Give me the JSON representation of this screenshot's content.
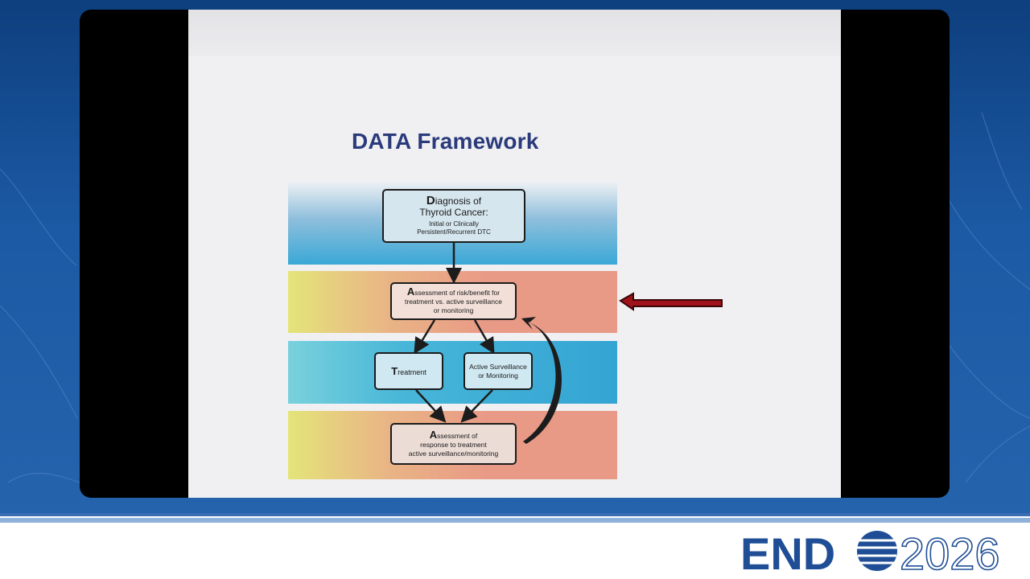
{
  "slide": {
    "title": "DATA Framework"
  },
  "diagram": {
    "diagnosis": {
      "cap": "D",
      "line1_rest": "iagnosis of",
      "line2": "Thyroid Cancer:",
      "line3": "Initial or Clinically",
      "line4": "Persistent/Recurrent DTC"
    },
    "assessment_risk": {
      "cap": "A",
      "line1_rest": "ssessment of risk/benefit for",
      "line2": "treatment vs. active surveillance",
      "line3": "or monitoring"
    },
    "treatment": {
      "cap": "T",
      "rest": "reatment"
    },
    "active_surveillance": {
      "line1": "Active Surveillance",
      "line2": "or Monitoring"
    },
    "assessment_response": {
      "cap": "A",
      "line1_rest": "ssessment of",
      "line2": "response to treatment",
      "line3": "active surveillance/monitoring"
    }
  },
  "colors": {
    "title": "#2a3a7b",
    "pointer_arrow": "#a0121a",
    "band_blue": "#3aa8d6",
    "band_salmon": "#e89a86",
    "band_yellow": "#e4e47a"
  },
  "branding": {
    "logo_left": "END",
    "logo_right": "2026"
  }
}
